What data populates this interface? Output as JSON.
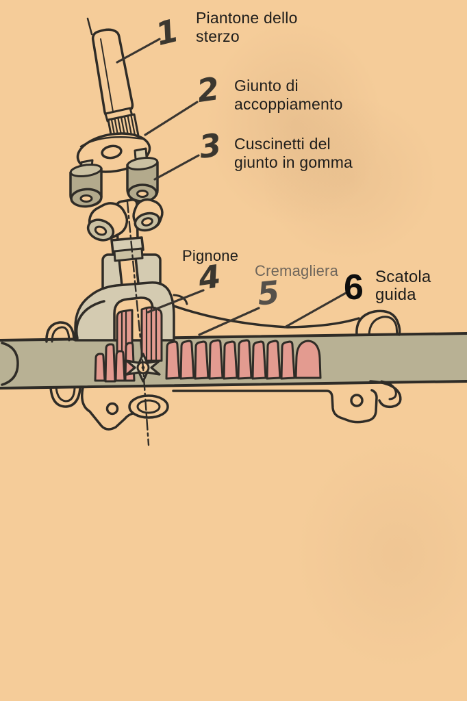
{
  "colors": {
    "background": "#f5cc99",
    "outline": "#2f2c27",
    "rack_bar": "#b8b194",
    "teeth_pink": "#e39b90",
    "housing_beige": "#d4cbb1",
    "bushing_olive": "#b3aa8c",
    "bushing_face": "#cbc1a2",
    "stud_tan": "#d9cba9",
    "collar_tan": "#d6cdb3",
    "text": "#1e1d1b",
    "text_muted": "#6f665b",
    "number": "#3b372f",
    "number_6": "#0e0e0e",
    "leader_line": "#3a3631"
  },
  "callouts": [
    {
      "number": "1",
      "label": "Piantone dello\nsterzo"
    },
    {
      "number": "2",
      "label": "Giunto di\naccoppiamento"
    },
    {
      "number": "3",
      "label": "Cuscinetti del\ngiunto in gomma"
    },
    {
      "number": "4",
      "label": "Pignone"
    },
    {
      "number": "5",
      "label": "Cremagliera"
    },
    {
      "number": "6",
      "label": "Scatola\nguida"
    }
  ]
}
